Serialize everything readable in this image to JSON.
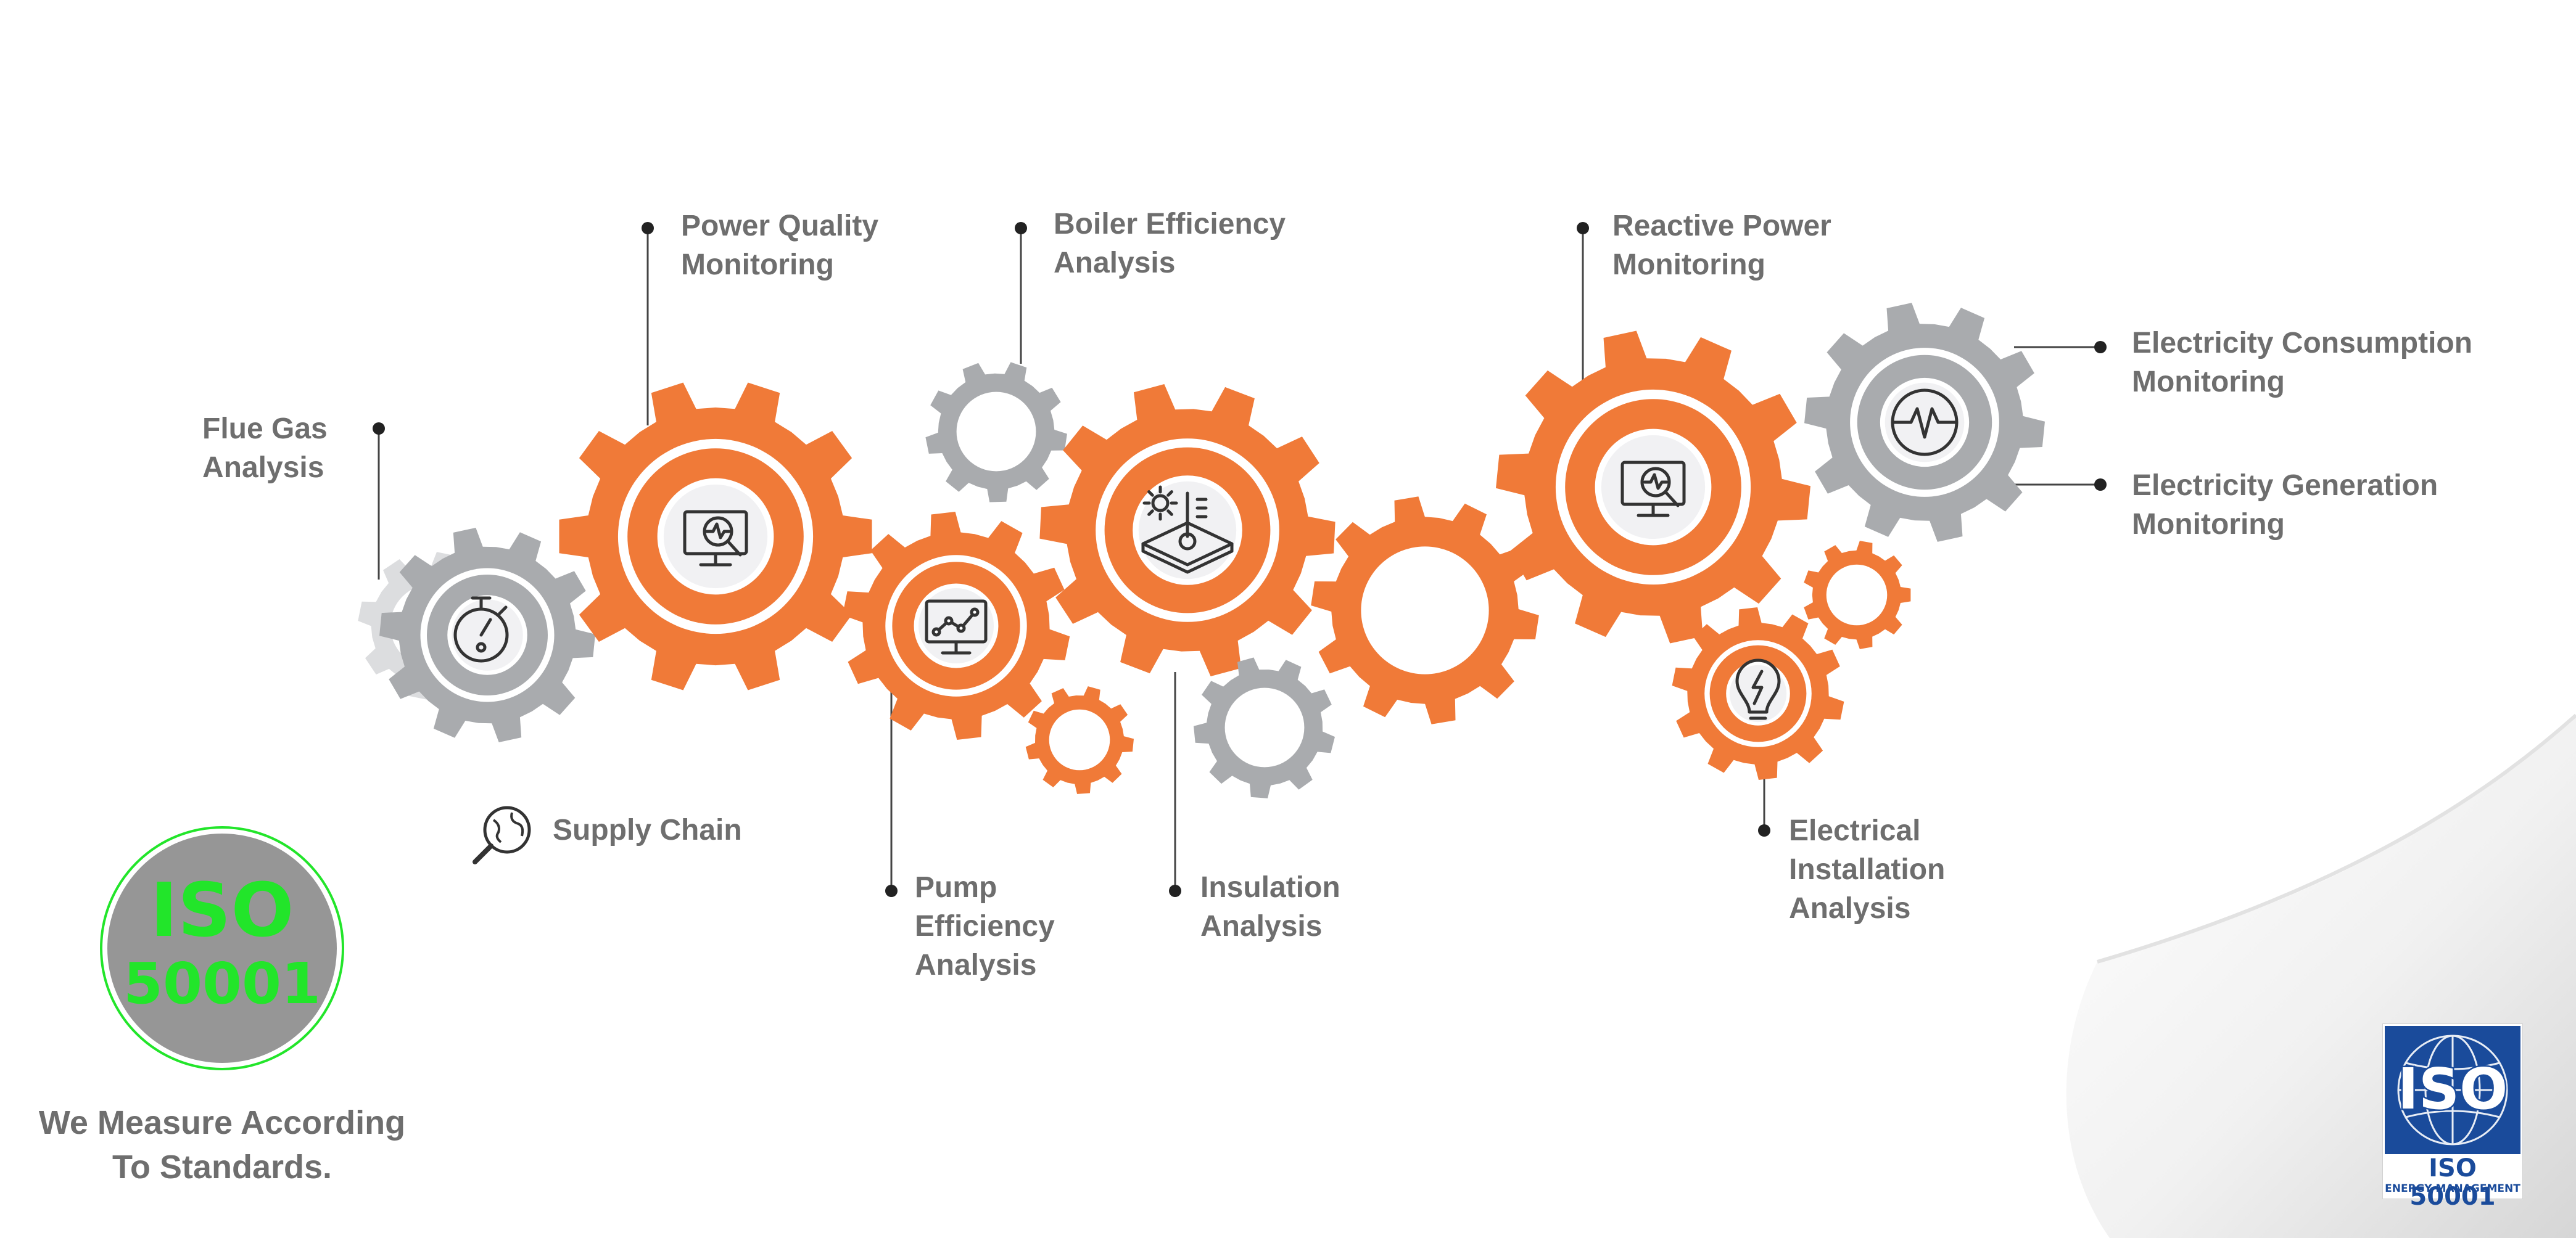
{
  "labels": {
    "flue_gas": "Flue Gas\nAnalysis",
    "power_quality": "Power Quality\nMonitoring",
    "boiler_efficiency": "Boiler Efficiency\nAnalysis",
    "reactive_power": "Reactive Power\nMonitoring",
    "electricity_consumption": "Electricity Consumption\nMonitoring",
    "electricity_generation": "Electricity Generation\nMonitoring",
    "supply_chain": "Supply Chain",
    "pump_efficiency": "Pump\nEfficiency\nAnalysis",
    "insulation": "Insulation\nAnalysis",
    "electrical_installation": "Electrical\nInstallation\nAnalysis"
  },
  "iso_badge": {
    "line1": "ISO",
    "line2": "50001"
  },
  "standards_text": "We Measure According\nTo Standards.",
  "iso_logo": {
    "text": "ISO",
    "caption": "ISO 50001",
    "subcaption": "ENERGY MANAGEMENT"
  },
  "colors": {
    "orange": "#f07a38",
    "gray": "#a9abae",
    "light_gray": "#dcdddf",
    "text": "#6e6e6e",
    "green": "#22e52a",
    "iso_blue": "#1a4b9b"
  },
  "icons": [
    "stopwatch-icon",
    "monitor-analysis-icon",
    "monitor-line-chart-icon",
    "temperature-icon",
    "waveform-icon",
    "lightbulb-icon",
    "globe-search-icon"
  ]
}
